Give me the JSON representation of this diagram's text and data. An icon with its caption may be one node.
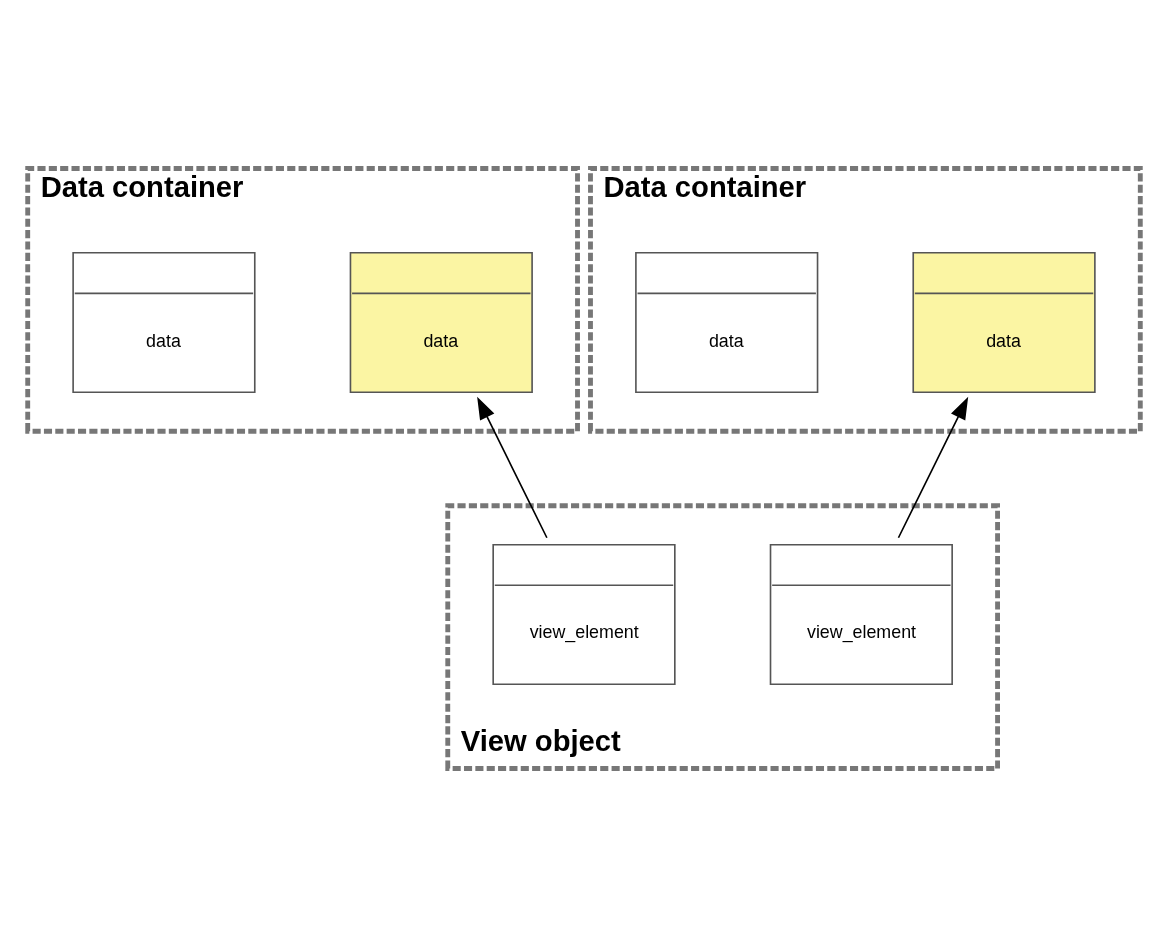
{
  "diagram": {
    "nodes": [
      {
        "text": [
          "Data container"
        ]
      },
      {
        "text": [
          "data"
        ],
        "in": 0
      },
      {
        "text": [
          "data"
        ],
        "in": 0
      },
      {
        "text": [
          "Data container"
        ]
      },
      {
        "text": [
          "data"
        ],
        "in": 3
      },
      {
        "text": [
          "data"
        ],
        "in": 3
      },
      {
        "text": [
          "View object"
        ]
      },
      {
        "text": [
          "view_element"
        ],
        "in": 6
      },
      {
        "text": [
          "view_element"
        ],
        "in": 6
      }
    ],
    "edges": [
      {
        "from": 7,
        "to": 1,
        "arrow": "to"
      },
      {
        "from": 8,
        "to": 4,
        "arrow": "to"
      }
    ]
  }
}
